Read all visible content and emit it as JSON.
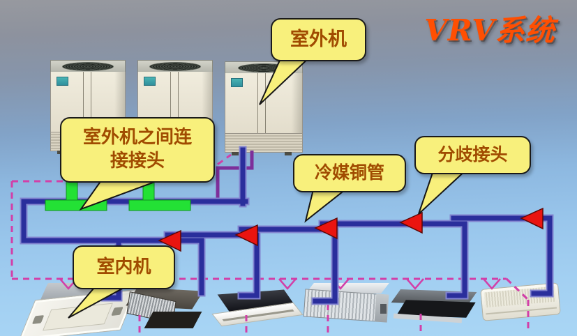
{
  "title": "VRV系统",
  "callouts": {
    "outdoor_unit": "室外机",
    "outdoor_connection": "室外机之间连接接头",
    "outdoor_connection_lines": [
      "室外机之间连",
      "接接头"
    ],
    "refrigerant_pipe": "冷媒铜管",
    "branch_joint": "分歧接头",
    "indoor_unit": "室内机"
  },
  "components": {
    "outdoor_units": 3,
    "indoor_units": 6,
    "flow_arrows": 5,
    "outdoor_connection_joints": 2
  },
  "colors": {
    "title_text": "#ff4f02",
    "callout_bg": "#f8f07c",
    "callout_text": "#a04b00",
    "pipe_main_blue": "#2a2e9c",
    "pipe_secondary_purple": "#7d2f9a",
    "connector_green": "#23e135",
    "flow_arrow_red": "#ea1410",
    "wiring_pink": "#d23fa8"
  }
}
